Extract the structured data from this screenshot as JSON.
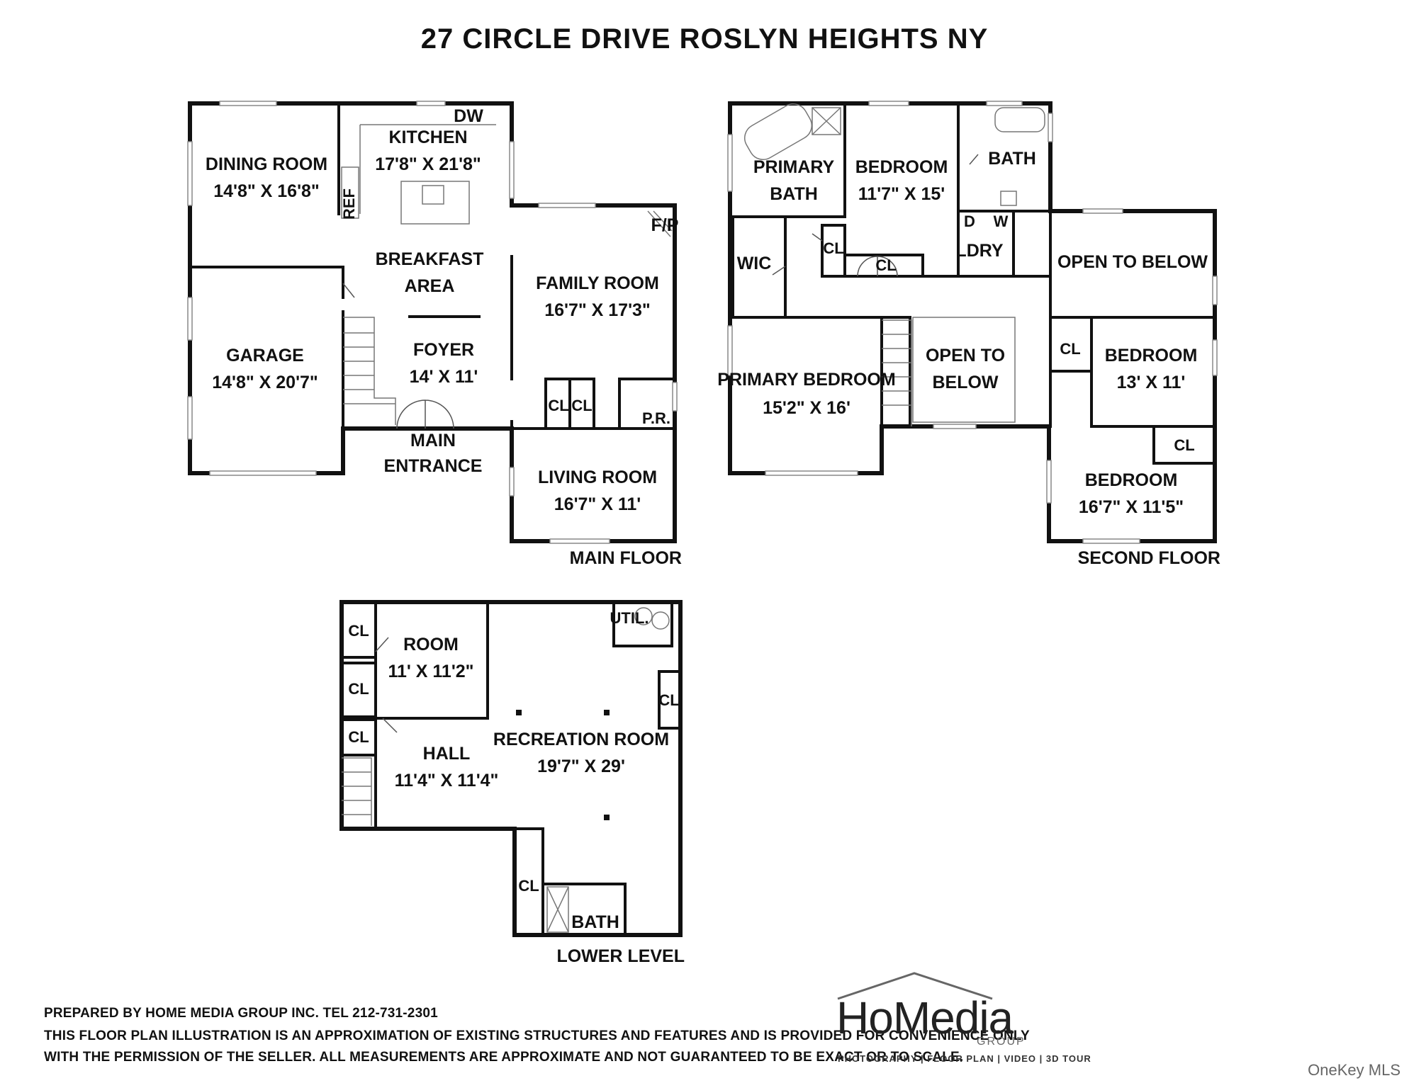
{
  "title": "27 CIRCLE DRIVE ROSLYN HEIGHTS NY",
  "floors": {
    "main": {
      "label": "MAIN FLOOR",
      "rooms": {
        "dining": [
          "DINING ROOM",
          "14'8\" X 16'8\""
        ],
        "kitchen": [
          "KITCHEN",
          "17'8\" X 21'8\""
        ],
        "breakfast": [
          "BREAKFAST",
          "AREA"
        ],
        "family": [
          "FAMILY ROOM",
          "16'7\" X 17'3\""
        ],
        "garage": [
          "GARAGE",
          "14'8\" X 20'7\""
        ],
        "foyer": [
          "FOYER",
          "14' X 11'"
        ],
        "living": [
          "LIVING ROOM",
          "16'7\" X 11'"
        ],
        "entrance": [
          "MAIN",
          "ENTRANCE"
        ]
      },
      "tags": {
        "dw": "DW",
        "ref": "REF",
        "fp": "F/P",
        "cl": "CL",
        "pr": "P.R."
      }
    },
    "second": {
      "label": "SECOND FLOOR",
      "rooms": {
        "primary_bath": [
          "PRIMARY",
          "BATH"
        ],
        "bedroom1": [
          "BEDROOM",
          "11'7\" X 15'"
        ],
        "bath": [
          "BATH"
        ],
        "wic": [
          "WIC"
        ],
        "ldry": [
          "LDRY"
        ],
        "open1": [
          "OPEN TO BELOW"
        ],
        "open2": [
          "OPEN TO",
          "BELOW"
        ],
        "primary_bed": [
          "PRIMARY BEDROOM",
          "15'2\" X 16'"
        ],
        "bedroom2": [
          "BEDROOM",
          "13' X 11'"
        ],
        "bedroom3": [
          "BEDROOM",
          "16'7\" X 11'5\""
        ]
      },
      "tags": {
        "cl": "CL",
        "d": "D",
        "w": "W"
      }
    },
    "lower": {
      "label": "LOWER LEVEL",
      "rooms": {
        "room": [
          "ROOM",
          "11' X 11'2\""
        ],
        "recreation": [
          "RECREATION ROOM",
          "19'7\" X 29'"
        ],
        "hall": [
          "HALL",
          "11'4\" X 11'4\""
        ],
        "bath": [
          "BATH"
        ]
      },
      "tags": {
        "cl": "CL",
        "util": "UTIL."
      }
    }
  },
  "footer": {
    "line1": "PREPARED BY  HOME MEDIA GROUP INC.  TEL 212-731-2301",
    "line2": "THIS FLOOR PLAN ILLUSTRATION IS AN APPROXIMATION OF EXISTING STRUCTURES AND FEATURES AND IS PROVIDED FOR CONVENIENCE ONLY",
    "line3": "WITH THE PERMISSION OF THE SELLER. ALL MEASUREMENTS ARE APPROXIMATE AND NOT GUARANTEED TO BE EXACT OR TO SCALE."
  },
  "logo": {
    "word": "HoMedia",
    "group": "GROUP",
    "tagline": "PHOTOGRAPHY | FLOOR PLAN | VIDEO | 3D TOUR"
  },
  "watermark": "OneKey MLS"
}
